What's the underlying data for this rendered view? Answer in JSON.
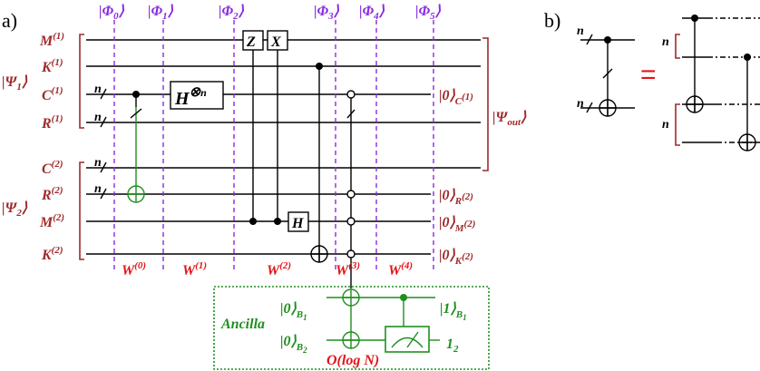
{
  "panels": {
    "a": "a)",
    "b": "b)"
  },
  "phases": [
    {
      "glyph": "|",
      "sym": "Φ",
      "sub": "0",
      "close": "⟩"
    },
    {
      "glyph": "|",
      "sym": "Φ",
      "sub": "1",
      "close": "⟩"
    },
    {
      "glyph": "|",
      "sym": "Φ",
      "sub": "2",
      "close": "⟩"
    },
    {
      "glyph": "|",
      "sym": "Φ",
      "sub": "3",
      "close": "⟩"
    },
    {
      "glyph": "|",
      "sym": "Φ",
      "sub": "4",
      "close": "⟩"
    },
    {
      "glyph": "|",
      "sym": "Φ",
      "sub": "5",
      "close": "⟩"
    }
  ],
  "registers_in": [
    {
      "sym": "M",
      "sup": "(1)"
    },
    {
      "sym": "K",
      "sup": "(1)"
    },
    {
      "sym": "C",
      "sup": "(1)"
    },
    {
      "sym": "R",
      "sup": "(1)"
    },
    {
      "sym": "C",
      "sup": "(2)"
    },
    {
      "sym": "R",
      "sup": "(2)"
    },
    {
      "sym": "M",
      "sup": "(2)"
    },
    {
      "sym": "K",
      "sup": "(2)"
    }
  ],
  "psi1": {
    "sym": "Ψ",
    "sub": "1"
  },
  "psi2": {
    "sym": "Ψ",
    "sub": "2"
  },
  "psi_out": {
    "sym": "Ψ",
    "sub": "out"
  },
  "bundle_label": "n",
  "hadamard_n": {
    "h": "H",
    "otimes": "⊗",
    "n": "n"
  },
  "gate_z": "Z",
  "gate_x": "X",
  "gate_h": "H",
  "ket_outputs": [
    {
      "ket": "|0⟩",
      "sub": "C",
      "subsup": "(1)"
    },
    {
      "ket": "|0⟩",
      "sub": "R",
      "subsup": "(2)"
    },
    {
      "ket": "|0⟩",
      "sub": "M",
      "subsup": "(2)"
    },
    {
      "ket": "|0⟩",
      "sub": "K",
      "subsup": "(2)"
    }
  ],
  "stages": [
    {
      "sym": "W",
      "sup": "(0)"
    },
    {
      "sym": "W",
      "sup": "(1)"
    },
    {
      "sym": "W",
      "sup": "(2)"
    },
    {
      "sym": "W",
      "sup": "(3)"
    },
    {
      "sym": "W",
      "sup": "(4)"
    }
  ],
  "ancilla": {
    "title": "Ancilla",
    "in1": {
      "ket": "|0⟩",
      "sub": "B",
      "subsub": "1"
    },
    "in2": {
      "ket": "|0⟩",
      "sub": "B",
      "subsub": "2"
    },
    "out1": {
      "ket": "|1⟩",
      "sub": "B",
      "subsub": "1"
    },
    "out2": {
      "val": "1",
      "sub": "2"
    },
    "complexity": "O(log N)"
  },
  "equals": "=",
  "colors": {
    "register": "#9e2a2b",
    "phase": "#8a2be2",
    "ancilla": "#1f8f1f",
    "stage": "#e0161a",
    "wire": "#000000"
  }
}
